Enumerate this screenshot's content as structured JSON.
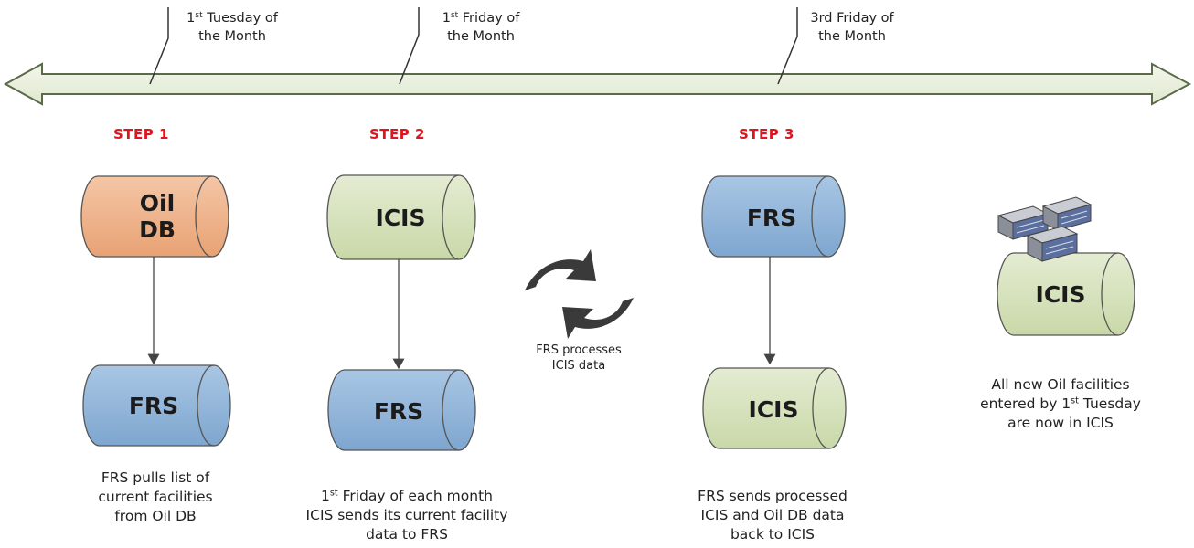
{
  "timeline": {
    "markers": [
      {
        "l1_pre": "1",
        "l1_sup": "st",
        "l1_post": " Tuesday of",
        "l2": "the Month"
      },
      {
        "l1_pre": "1",
        "l1_sup": "st",
        "l1_post": " Friday of",
        "l2": "the Month"
      },
      {
        "l1_pre": "3rd Friday of",
        "l1_sup": "",
        "l1_post": "",
        "l2": "the Month"
      }
    ]
  },
  "steps": [
    {
      "label": "STEP 1",
      "top_db": "Oil DB",
      "bottom_db": "FRS",
      "caption": [
        "FRS pulls list of",
        "current facilities",
        "from Oil DB"
      ]
    },
    {
      "label": "STEP 2",
      "top_db": "ICIS",
      "bottom_db": "FRS",
      "caption_first": {
        "pre": "1",
        "sup": "st",
        "post": " Friday of each month"
      },
      "caption": [
        "ICIS sends its current facility",
        "data to FRS"
      ]
    },
    {
      "label": "STEP 3",
      "top_db": "FRS",
      "bottom_db": "ICIS",
      "caption": [
        "FRS sends processed",
        "ICIS and Oil DB data",
        "back to ICIS"
      ]
    }
  ],
  "process": {
    "caption": [
      "FRS processes",
      "ICIS data"
    ]
  },
  "result": {
    "db": "ICIS",
    "caption": [
      "All new Oil facilities"
    ],
    "caption_mid": {
      "pre": "entered by 1",
      "sup": "st",
      "post": " Tuesday"
    },
    "caption_last": "are now in ICIS"
  },
  "colors": {
    "oil_db": "#F0B58E",
    "frs": "#93B6D9",
    "icis": "#D8E4BC",
    "timeline": "#E6EDD8",
    "step_label": "#E0141E"
  },
  "icons": [
    "double-headed-timeline-arrow",
    "refresh-cycle-icon",
    "facility-buildings-icon"
  ]
}
